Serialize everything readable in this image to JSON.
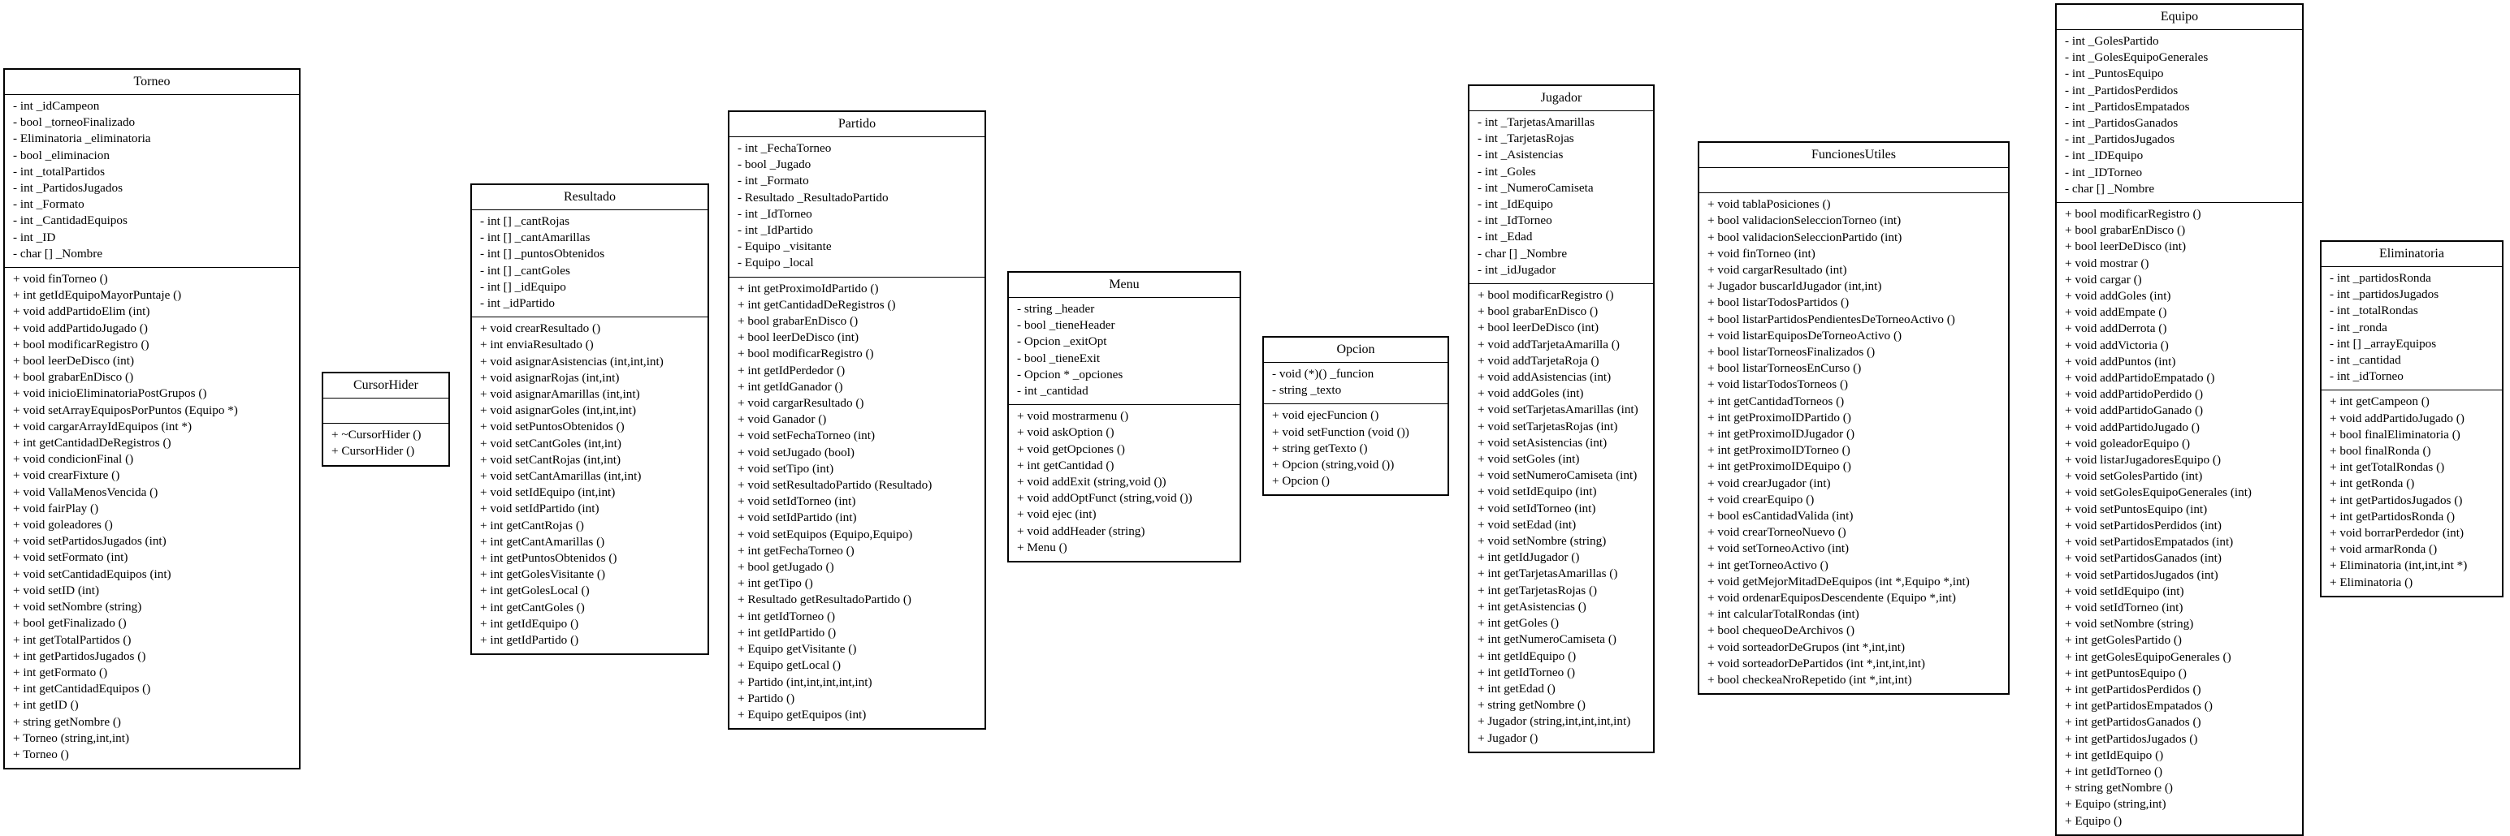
{
  "classes": [
    {
      "id": "torneo",
      "name": "Torneo",
      "attributes": [
        "- int _idCampeon",
        "- bool _torneoFinalizado",
        "- Eliminatoria _eliminatoria",
        "- bool _eliminacion",
        "- int _totalPartidos",
        "- int _PartidosJugados",
        "- int _Formato",
        "- int _CantidadEquipos",
        "- int _ID",
        "- char [] _Nombre"
      ],
      "methods": [
        "+ void finTorneo ()",
        "+ int getIdEquipoMayorPuntaje ()",
        "+ void addPartidoElim (int)",
        "+ void addPartidoJugado ()",
        "+ bool modificarRegistro ()",
        "+ bool leerDeDisco (int)",
        "+ bool grabarEnDisco ()",
        "+ void inicioEliminatoriaPostGrupos ()",
        "+ void setArrayEquiposPorPuntos (Equipo *)",
        "+ void cargarArrayIdEquipos (int *)",
        "+ int getCantidadDeRegistros ()",
        "+ void condicionFinal ()",
        "+ void crearFixture ()",
        "+ void VallaMenosVencida ()",
        "+ void fairPlay ()",
        "+ void goleadores ()",
        "+ void setPartidosJugados (int)",
        "+ void setFormato (int)",
        "+ void setCantidadEquipos (int)",
        "+ void setID (int)",
        "+ void setNombre (string)",
        "+ bool getFinalizado ()",
        "+ int getTotalPartidos ()",
        "+ int getPartidosJugados ()",
        "+ int getFormato ()",
        "+ int getCantidadEquipos ()",
        "+ int getID ()",
        "+ string getNombre ()",
        "+ Torneo (string,int,int)",
        "+ Torneo ()"
      ]
    },
    {
      "id": "cursorhider",
      "name": "CursorHider",
      "attributes": [
        ""
      ],
      "methods": [
        "+ ~CursorHider ()",
        "+ CursorHider ()"
      ]
    },
    {
      "id": "resultado",
      "name": "Resultado",
      "attributes": [
        "- int [] _cantRojas",
        "- int [] _cantAmarillas",
        "- int [] _puntosObtenidos",
        "- int [] _cantGoles",
        "- int [] _idEquipo",
        "- int _idPartido"
      ],
      "methods": [
        "+ void crearResultado ()",
        "+ int enviaResultado ()",
        "+ void asignarAsistencias (int,int,int)",
        "+ void asignarRojas (int,int)",
        "+ void asignarAmarillas (int,int)",
        "+ void asignarGoles (int,int,int)",
        "+ void setPuntosObtenidos ()",
        "+ void setCantGoles (int,int)",
        "+ void setCantRojas (int,int)",
        "+ void setCantAmarillas (int,int)",
        "+ void setIdEquipo (int,int)",
        "+ void setIdPartido (int)",
        "+ int getCantRojas ()",
        "+ int getCantAmarillas ()",
        "+ int getPuntosObtenidos ()",
        "+ int getGolesVisitante ()",
        "+ int getGolesLocal ()",
        "+ int getCantGoles ()",
        "+ int getIdEquipo ()",
        "+ int getIdPartido ()"
      ]
    },
    {
      "id": "partido",
      "name": "Partido",
      "attributes": [
        "- int _FechaTorneo",
        "- bool _Jugado",
        "- int _Formato",
        "- Resultado _ResultadoPartido",
        "- int _IdTorneo",
        "- int _IdPartido",
        "- Equipo _visitante",
        "- Equipo _local"
      ],
      "methods": [
        "+ int getProximoIdPartido ()",
        "+ int getCantidadDeRegistros ()",
        "+ bool grabarEnDisco ()",
        "+ bool leerDeDisco (int)",
        "+ bool modificarRegistro ()",
        "+ int getIdPerdedor ()",
        "+ int getIdGanador ()",
        "+ void cargarResultado ()",
        "+ void Ganador ()",
        "+ void setFechaTorneo (int)",
        "+ void setJugado (bool)",
        "+ void setTipo (int)",
        "+ void setResultadoPartido (Resultado)",
        "+ void setIdTorneo (int)",
        "+ void setIdPartido (int)",
        "+ void setEquipos (Equipo,Equipo)",
        "+ int getFechaTorneo ()",
        "+ bool getJugado ()",
        "+ int getTipo ()",
        "+ Resultado getResultadoPartido ()",
        "+ int getIdTorneo ()",
        "+ int getIdPartido ()",
        "+ Equipo getVisitante ()",
        "+ Equipo getLocal ()",
        "+ Partido (int,int,int,int,int)",
        "+ Partido ()",
        "+ Equipo getEquipos (int)"
      ]
    },
    {
      "id": "menu",
      "name": "Menu",
      "attributes": [
        "- string _header",
        "- bool _tieneHeader",
        "- Opcion _exitOpt",
        "- bool _tieneExit",
        "- Opcion * _opciones",
        "- int _cantidad"
      ],
      "methods": [
        "+ void mostrarmenu ()",
        "+ void askOption ()",
        "+ void getOpciones ()",
        "+ int getCantidad ()",
        "+ void addExit (string,void ())",
        "+ void addOptFunct (string,void ())",
        "+ void ejec (int)",
        "+ void addHeader (string)",
        "+ Menu ()"
      ]
    },
    {
      "id": "opcion",
      "name": "Opcion",
      "attributes": [
        "- void (*)() _funcion",
        "- string _texto"
      ],
      "methods": [
        "+ void ejecFuncion ()",
        "+ void setFunction (void ())",
        "+ string getTexto ()",
        "+ Opcion (string,void ())",
        "+ Opcion ()"
      ]
    },
    {
      "id": "jugador",
      "name": "Jugador",
      "attributes": [
        "- int _TarjetasAmarillas",
        "- int _TarjetasRojas",
        "- int _Asistencias",
        "- int _Goles",
        "- int _NumeroCamiseta",
        "- int _IdEquipo",
        "- int _IdTorneo",
        "- int _Edad",
        "- char [] _Nombre",
        "- int _idJugador"
      ],
      "methods": [
        "+ bool modificarRegistro ()",
        "+ bool grabarEnDisco ()",
        "+ bool leerDeDisco (int)",
        "+ void addTarjetaAmarilla ()",
        "+ void addTarjetaRoja ()",
        "+ void addAsistencias (int)",
        "+ void addGoles (int)",
        "+ void setTarjetasAmarillas (int)",
        "+ void setTarjetasRojas (int)",
        "+ void setAsistencias (int)",
        "+ void setGoles (int)",
        "+ void setNumeroCamiseta (int)",
        "+ void setIdEquipo (int)",
        "+ void setIdTorneo (int)",
        "+ void setEdad (int)",
        "+ void setNombre (string)",
        "+ int getIdJugador ()",
        "+ int getTarjetasAmarillas ()",
        "+ int getTarjetasRojas ()",
        "+ int getAsistencias ()",
        "+ int getGoles ()",
        "+ int getNumeroCamiseta ()",
        "+ int getIdEquipo ()",
        "+ int getIdTorneo ()",
        "+ int getEdad ()",
        "+ string getNombre ()",
        "+ Jugador (string,int,int,int,int)",
        "+ Jugador ()"
      ]
    },
    {
      "id": "funcionesutiles",
      "name": "FuncionesUtiles",
      "attributes": [
        ""
      ],
      "methods": [
        "+ void tablaPosiciones ()",
        "+ bool validacionSeleccionTorneo (int)",
        "+ bool validacionSeleccionPartido (int)",
        "+ void finTorneo (int)",
        "+ void cargarResultado (int)",
        "+ Jugador buscarIdJugador (int,int)",
        "+ bool listarTodosPartidos ()",
        "+ bool listarPartidosPendientesDeTorneoActivo ()",
        "+ void listarEquiposDeTorneoActivo ()",
        "+ bool listarTorneosFinalizados ()",
        "+ bool listarTorneosEnCurso ()",
        "+ void listarTodosTorneos ()",
        "+ int getCantidadTorneos ()",
        "+ int getProximoIDPartido ()",
        "+ int getProximoIDJugador ()",
        "+ int getProximoIDTorneo ()",
        "+ int getProximoIDEquipo ()",
        "+ void crearJugador (int)",
        "+ void crearEquipo ()",
        "+ bool esCantidadValida (int)",
        "+ void crearTorneoNuevo ()",
        "+ void setTorneoActivo (int)",
        "+ int getTorneoActivo ()",
        "+ void getMejorMitadDeEquipos (int *,Equipo *,int)",
        "+ void ordenarEquiposDescendente (Equipo *,int)",
        "+ int calcularTotalRondas (int)",
        "+ bool chequeoDeArchivos ()",
        "+ void sorteadorDeGrupos (int *,int,int)",
        "+ void sorteadorDePartidos (int *,int,int,int)",
        "+ bool checkeaNroRepetido (int *,int,int)"
      ]
    },
    {
      "id": "equipo",
      "name": "Equipo",
      "attributes": [
        "- int _GolesPartido",
        "- int _GolesEquipoGenerales",
        "- int _PuntosEquipo",
        "- int _PartidosPerdidos",
        "- int _PartidosEmpatados",
        "- int _PartidosGanados",
        "- int _PartidosJugados",
        "- int _IDEquipo",
        "- int _IDTorneo",
        "- char [] _Nombre"
      ],
      "methods": [
        "+ bool modificarRegistro ()",
        "+ bool grabarEnDisco ()",
        "+ bool leerDeDisco (int)",
        "+ void mostrar ()",
        "+ void cargar ()",
        "+ void addGoles (int)",
        "+ void addEmpate ()",
        "+ void addDerrota ()",
        "+ void addVictoria ()",
        "+ void addPuntos (int)",
        "+ void addPartidoEmpatado ()",
        "+ void addPartidoPerdido ()",
        "+ void addPartidoGanado ()",
        "+ void addPartidoJugado ()",
        "+ void goleadorEquipo ()",
        "+ void listarJugadoresEquipo ()",
        "+ void setGolesPartido (int)",
        "+ void setGolesEquipoGenerales (int)",
        "+ void setPuntosEquipo (int)",
        "+ void setPartidosPerdidos (int)",
        "+ void setPartidosEmpatados (int)",
        "+ void setPartidosGanados (int)",
        "+ void setPartidosJugados (int)",
        "+ void setIdEquipo (int)",
        "+ void setIdTorneo (int)",
        "+ void setNombre (string)",
        "+ int getGolesPartido ()",
        "+ int getGolesEquipoGenerales ()",
        "+ int getPuntosEquipo ()",
        "+ int getPartidosPerdidos ()",
        "+ int getPartidosEmpatados ()",
        "+ int getPartidosGanados ()",
        "+ int getPartidosJugados ()",
        "+ int getIdEquipo ()",
        "+ int getIdTorneo ()",
        "+ string getNombre ()",
        "+ Equipo (string,int)",
        "+ Equipo ()"
      ]
    },
    {
      "id": "eliminatoria",
      "name": "Eliminatoria",
      "attributes": [
        "- int _partidosRonda",
        "- int _partidosJugados",
        "- int _totalRondas",
        "- int _ronda",
        "- int [] _arrayEquipos",
        "- int _cantidad",
        "- int _idTorneo"
      ],
      "methods": [
        "+ int getCampeon ()",
        "+ void addPartidoJugado ()",
        "+ bool finalEliminatoria ()",
        "+ bool finalRonda ()",
        "+ int getTotalRondas ()",
        "+ int getRonda ()",
        "+ int getPartidosJugados ()",
        "+ int getPartidosRonda ()",
        "+ void borrarPerdedor (int)",
        "+ void armarRonda ()",
        "+ Eliminatoria (int,int,int *)",
        "+ Eliminatoria ()"
      ]
    }
  ]
}
